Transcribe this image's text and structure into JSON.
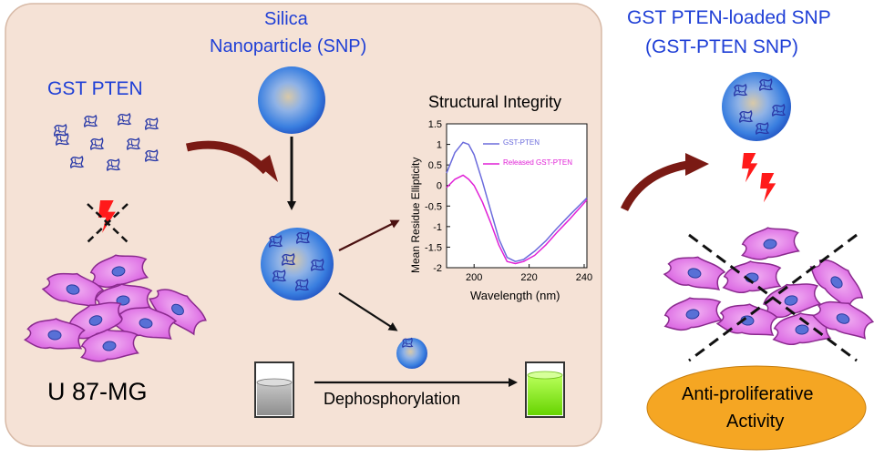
{
  "left_panel": {
    "label_gst_pten": "GST PTEN",
    "label_cell_line": "U 87-MG"
  },
  "center": {
    "label_silica_line1": "Silica",
    "label_silica_line2": "Nanoparticle (SNP)",
    "label_dephos": "Dephosphorylation"
  },
  "right_panel": {
    "title_line1": "GST PTEN-loaded SNP",
    "title_line2": "(GST-PTEN SNP)",
    "activity_line1": "Anti-proliferative",
    "activity_line2": "Activity"
  },
  "colors": {
    "panel_bg": "#f5e2d6",
    "title_blue": "#1f3fd6",
    "nanoparticle": "#3a7fe0",
    "cell": "#e07fe6",
    "nucleus": "#5870d6",
    "arrow": "#7a1a14",
    "bolt": "#ff1a1a",
    "activity_oval": "#f5a623",
    "beaker_green": "#8ef00a"
  },
  "chart_data": {
    "type": "line",
    "title": "Structural Integrity",
    "xlabel": "Wavelength (nm)",
    "ylabel": "Mean Residue Ellipticity",
    "xlim": [
      190,
      241
    ],
    "ylim": [
      -2,
      1.5
    ],
    "xticks": [
      200,
      220,
      240
    ],
    "yticks": [
      1.5,
      1,
      0.5,
      0,
      -0.5,
      -1,
      -1.5,
      -2
    ],
    "series": [
      {
        "name": "GST-PTEN",
        "color": "#6b6bdc",
        "x": [
          190,
          193,
          196,
          198,
          200,
          203,
          206,
          209,
          212,
          215,
          218,
          222,
          226,
          230,
          235,
          241
        ],
        "y": [
          0.3,
          0.8,
          1.05,
          1.0,
          0.75,
          0.1,
          -0.6,
          -1.3,
          -1.75,
          -1.85,
          -1.8,
          -1.6,
          -1.35,
          -1.05,
          -0.7,
          -0.3
        ]
      },
      {
        "name": "Released GST-PTEN",
        "color": "#e020d6",
        "x": [
          190,
          193,
          196,
          198,
          200,
          203,
          206,
          209,
          212,
          215,
          218,
          222,
          226,
          230,
          235,
          241
        ],
        "y": [
          -0.05,
          0.15,
          0.25,
          0.15,
          0.0,
          -0.4,
          -0.9,
          -1.45,
          -1.85,
          -1.9,
          -1.85,
          -1.7,
          -1.45,
          -1.15,
          -0.8,
          -0.35
        ]
      }
    ]
  }
}
